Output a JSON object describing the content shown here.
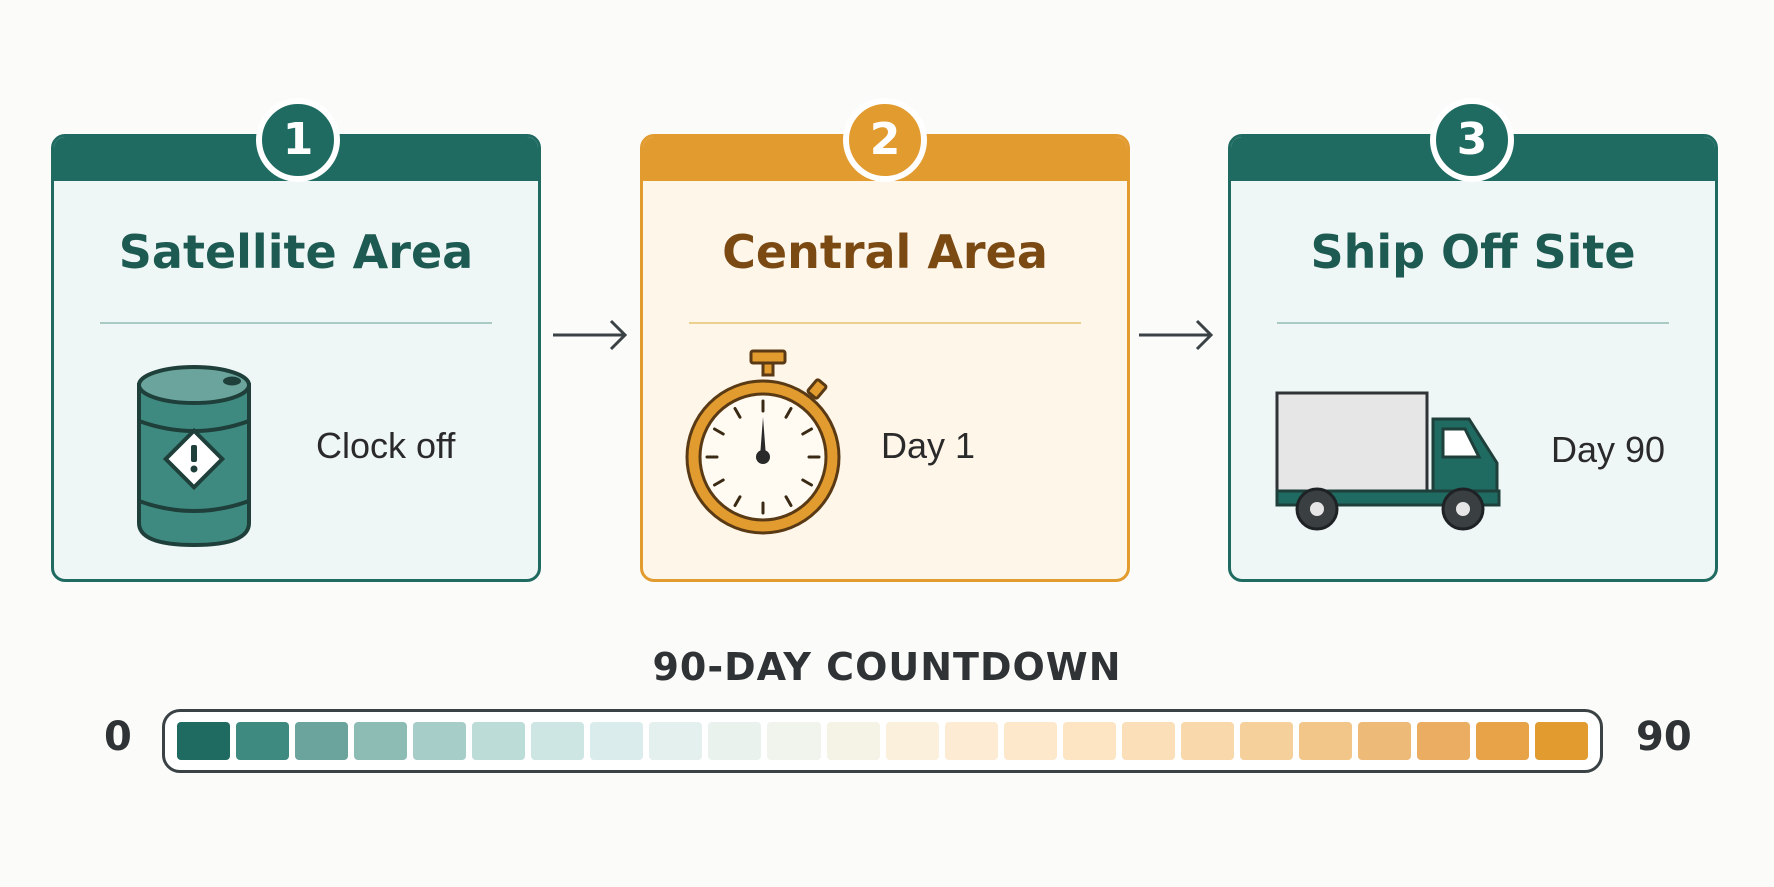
{
  "steps": [
    {
      "number": "1",
      "title": "Satellite Area",
      "label": "Clock off",
      "icon": "hazard-drum-icon",
      "color": "#1f6b61"
    },
    {
      "number": "2",
      "title": "Central Area",
      "label": "Day 1",
      "icon": "stopwatch-icon",
      "color": "#e29b2f"
    },
    {
      "number": "3",
      "title": "Ship Off Site",
      "label": "Day 90",
      "icon": "truck-icon",
      "color": "#1f6b61"
    }
  ],
  "countdown": {
    "title": "90-DAY COUNTDOWN",
    "start_label": "0",
    "end_label": "90",
    "segment_colors": [
      "#1f6b61",
      "#3f8a80",
      "#6aa49c",
      "#8dbcb5",
      "#a6cdc8",
      "#bcdcd8",
      "#cde5e3",
      "#dbecec",
      "#e4f0ee",
      "#eaf2ee",
      "#f0f4ec",
      "#f5f3e6",
      "#fbf0dc",
      "#fdecd3",
      "#fde8cb",
      "#fde4c3",
      "#fbdfb8",
      "#f9d8ab",
      "#f6d09b",
      "#f2c589",
      "#eeba77",
      "#ebad62",
      "#e8a247",
      "#e29b2f"
    ]
  }
}
